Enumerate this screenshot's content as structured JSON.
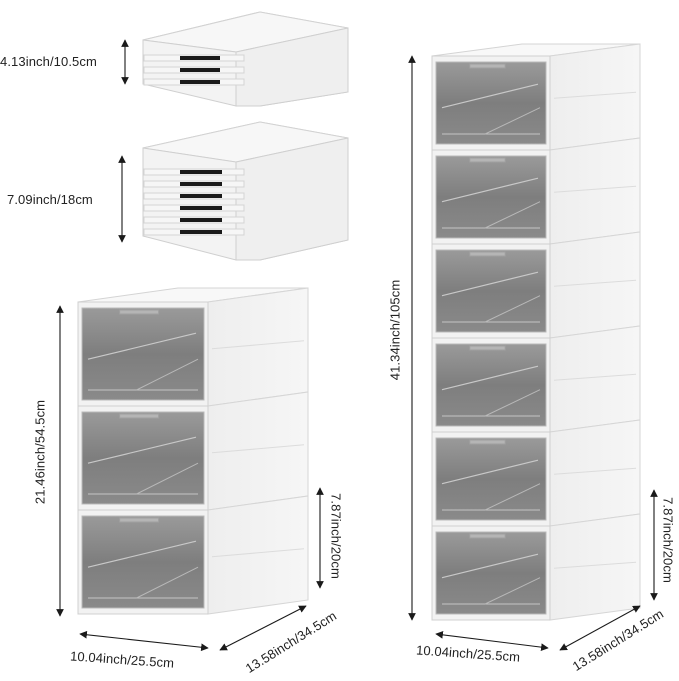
{
  "image": {
    "subject": "foldable stackable storage drawer boxes",
    "colors": {
      "frame": "#f1f1f1",
      "frame_shadow": "#d6d6d6",
      "door_tint": "#8e8e8e",
      "door_dark": "#6d6d6d",
      "line": "#1a1a1a"
    }
  },
  "labels": {
    "folded_small_height": "4.13inch/10.5cm",
    "folded_large_height": "7.09inch/18cm",
    "stack3_height": "21.46inch/54.5cm",
    "stack3_box_height": "7.87inch/20cm",
    "stack3_width": "10.04inch/25.5cm",
    "stack3_depth": "13.58inch/34.5cm",
    "stack6_height": "41.34inch/105cm",
    "stack6_box_height": "7.87inch/20cm",
    "stack6_width": "10.04inch/25.5cm",
    "stack6_depth": "13.58inch/34.5cm"
  },
  "products": {
    "folded_small_slots": 3,
    "folded_large_slots": 6,
    "stack_left_boxes": 3,
    "stack_right_boxes": 6
  }
}
